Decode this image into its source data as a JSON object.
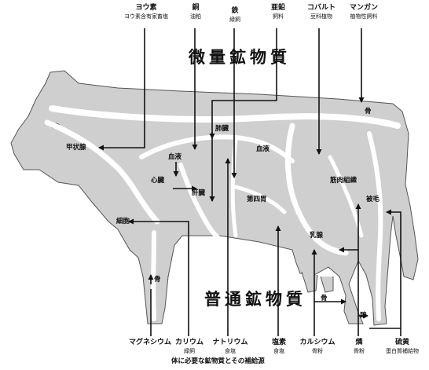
{
  "headings": {
    "trace": "微量鉱物質",
    "macro": "普通鉱物質"
  },
  "top_minerals": [
    {
      "name": "ヨウ素",
      "source": "ヨウ素含有家畜塩"
    },
    {
      "name": "銅",
      "source": "油粕"
    },
    {
      "name": "鉄",
      "source": "緑飼"
    },
    {
      "name": "亜鉛",
      "source": "飼料"
    },
    {
      "name": "コバルト",
      "source": "豆科植物"
    },
    {
      "name": "マンガン",
      "source": "植物性飼料"
    }
  ],
  "organs": {
    "thyroid": "甲状腺",
    "blood_left": "血液",
    "blood_center": "血液",
    "lung": "肺臓",
    "heart": "心臓",
    "liver": "肝臓",
    "stomach4": "第四胃",
    "muscle": "筋肉組織",
    "hair": "被毛",
    "bone_top": "骨",
    "cell": "細胞",
    "udder": "乳腺",
    "bone_leg": "骨",
    "bone_front": "骨",
    "hoof": "蹄"
  },
  "bottom_minerals": [
    {
      "name": "マグネシウム",
      "source": ""
    },
    {
      "name": "カリウム",
      "source": "緑飼"
    },
    {
      "name": "ナトリウム",
      "source": "食塩"
    },
    {
      "name": "塩素",
      "source": "食塩"
    },
    {
      "name": "カルシウム",
      "source": "骨粉"
    },
    {
      "name": "燐",
      "source": "骨粉"
    },
    {
      "name": "硫黄",
      "source": "蛋白質補給物"
    }
  ],
  "caption": "体に必要な鉱物質とその補給源",
  "colors": {
    "body": "#cfcfcf",
    "paths": "#ffffff",
    "ink": "#111111"
  }
}
